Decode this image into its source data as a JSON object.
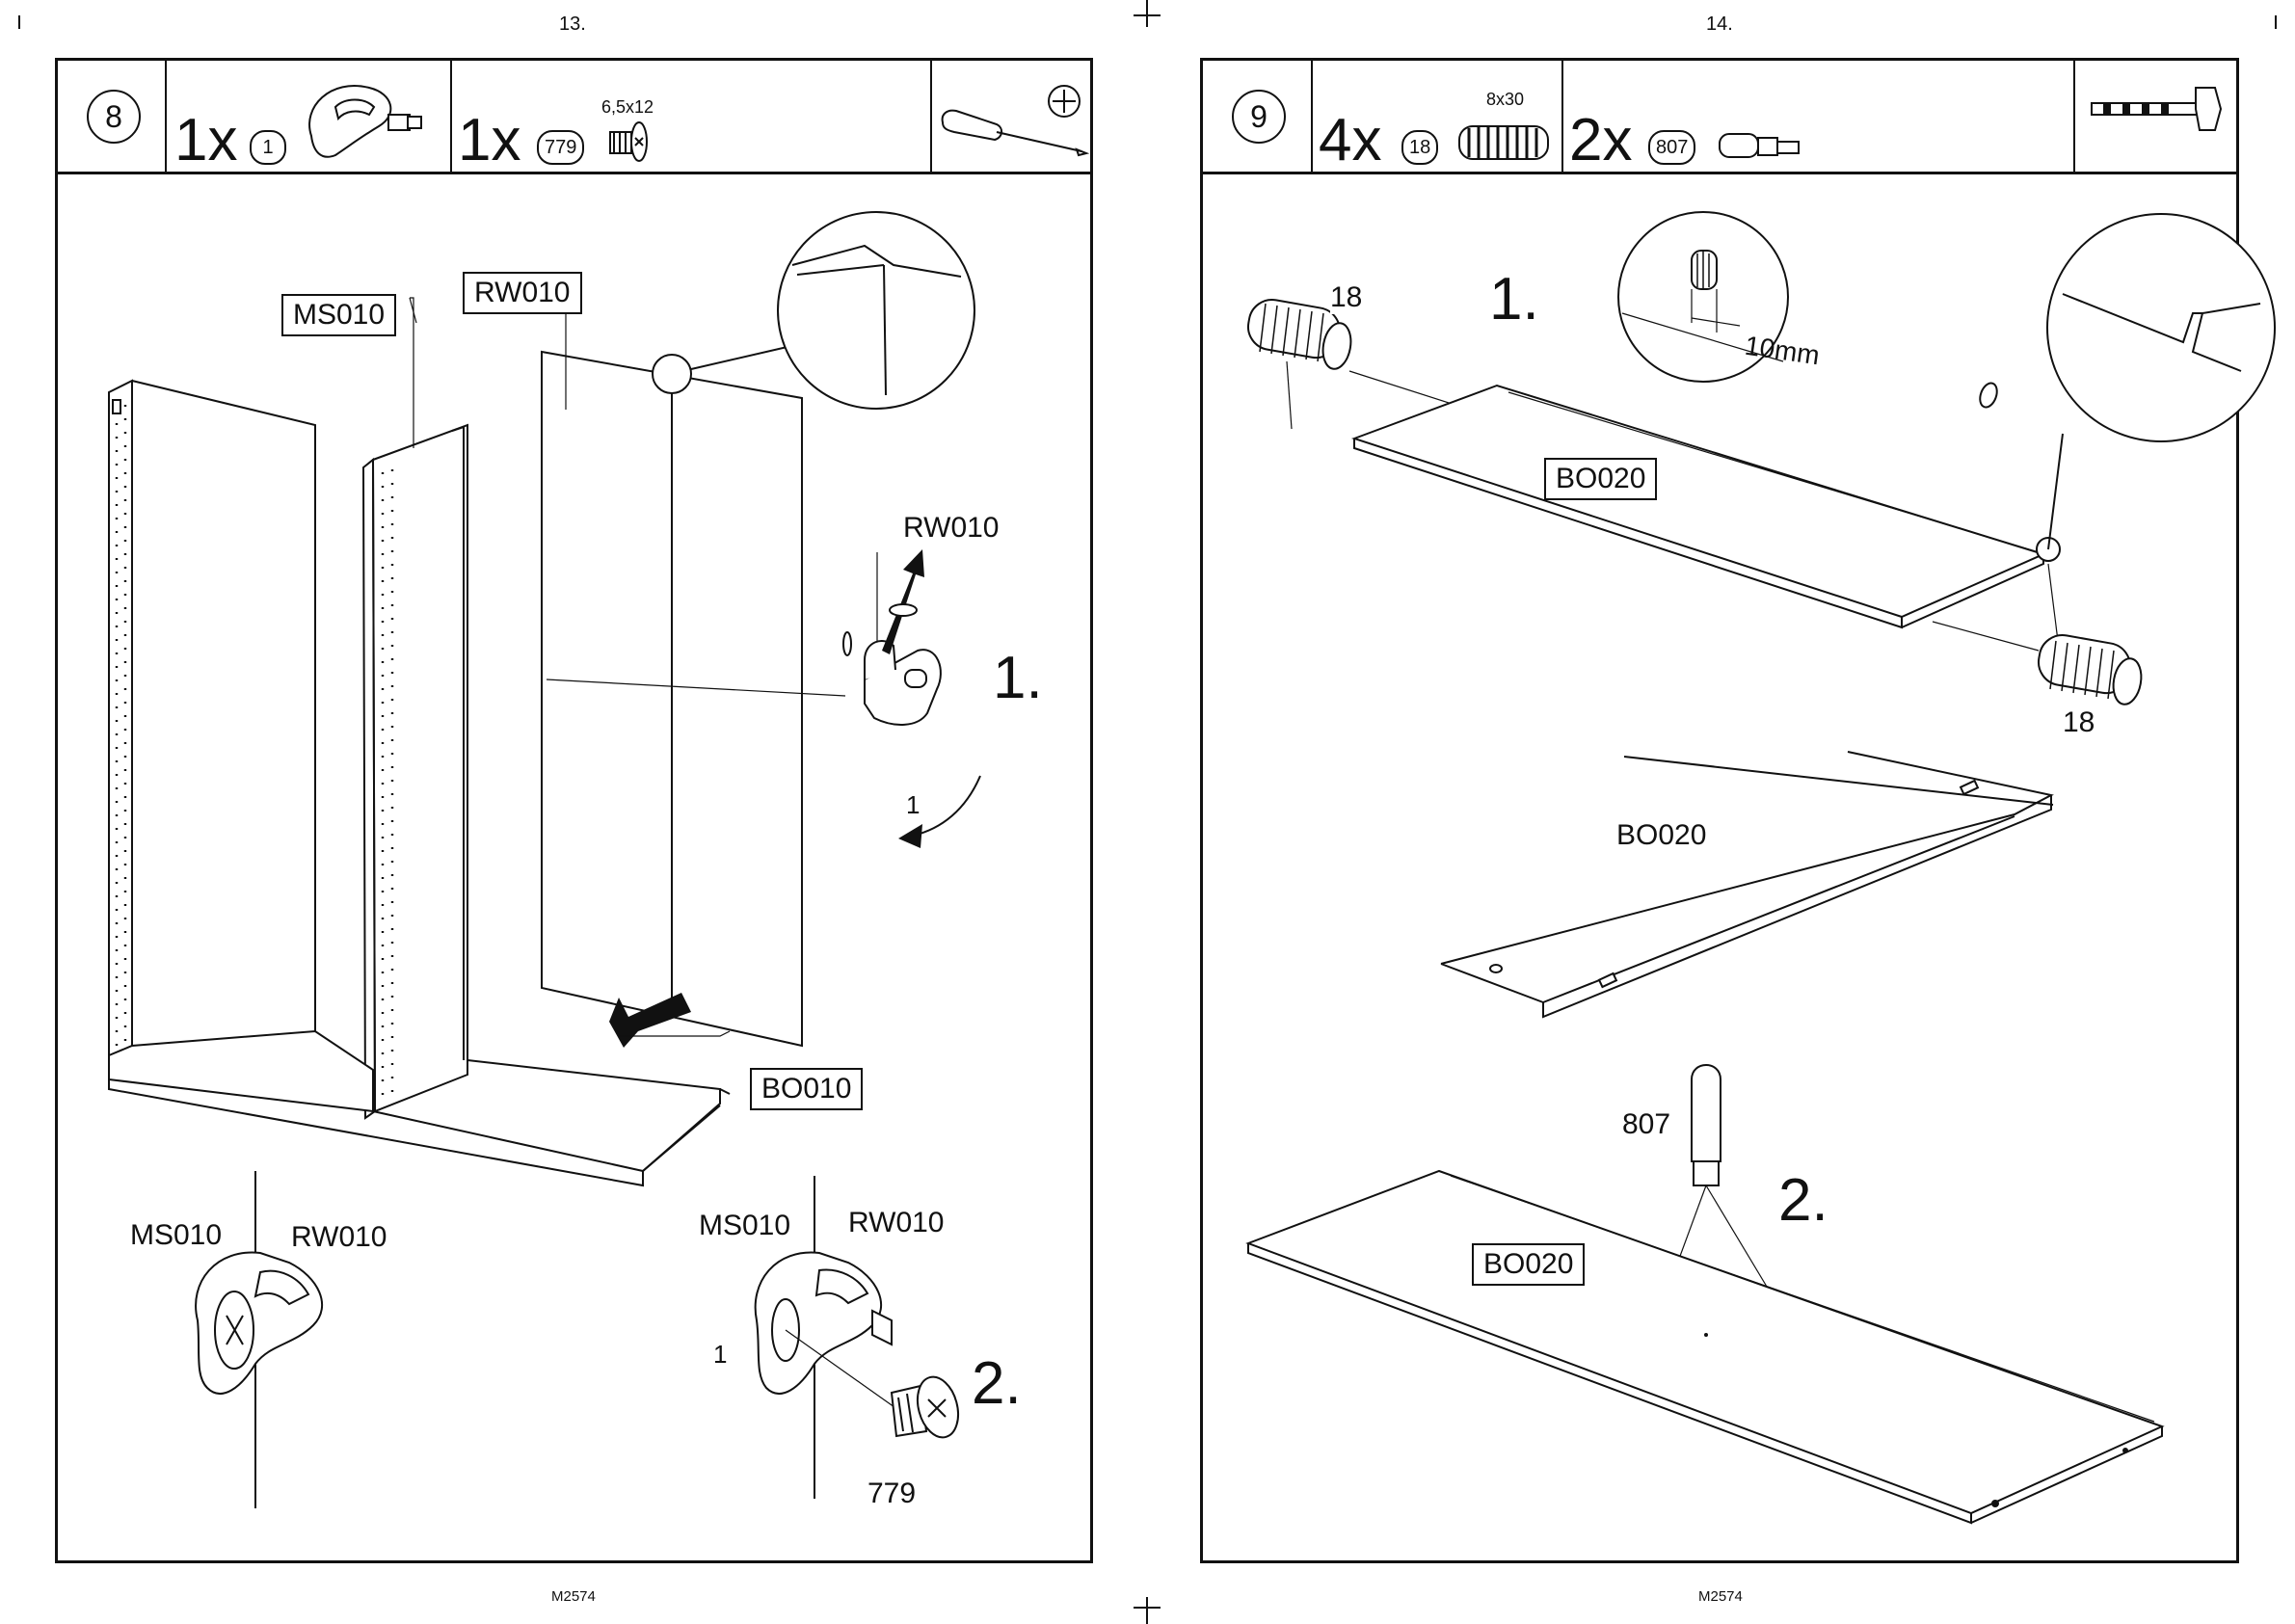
{
  "left_page": {
    "page_number": "13.",
    "footer": "M2574",
    "step": "8",
    "parts": [
      {
        "qty": "1x",
        "id": "1"
      },
      {
        "qty": "1x",
        "id": "779",
        "dimension": "6,5x12"
      }
    ],
    "tool_icon": "screwdriver-phillips-icon",
    "labels": {
      "panel_a": "MS010",
      "panel_b": "RW010",
      "bottom": "BO010",
      "cam_panel": "RW010",
      "cam_part": "1",
      "substep_1": "1.",
      "substep_2": "2.",
      "detail_left_a": "MS010",
      "detail_left_b": "RW010",
      "detail_right_a": "MS010",
      "detail_right_b": "RW010",
      "detail_part": "1",
      "screw": "779"
    }
  },
  "right_page": {
    "page_number": "14.",
    "footer": "M2574",
    "step": "9",
    "parts": [
      {
        "qty": "4x",
        "id": "18",
        "dimension": "8x30"
      },
      {
        "qty": "2x",
        "id": "807"
      }
    ],
    "tool_icon": "hammer-icon",
    "labels": {
      "dowel_top": "18",
      "substep_1": "1.",
      "measure": "10mm",
      "board_top": "BO020",
      "dowel_bottom": "18",
      "board_middle": "BO020",
      "peg": "807",
      "substep_2": "2.",
      "board_bottom": "BO020"
    }
  }
}
